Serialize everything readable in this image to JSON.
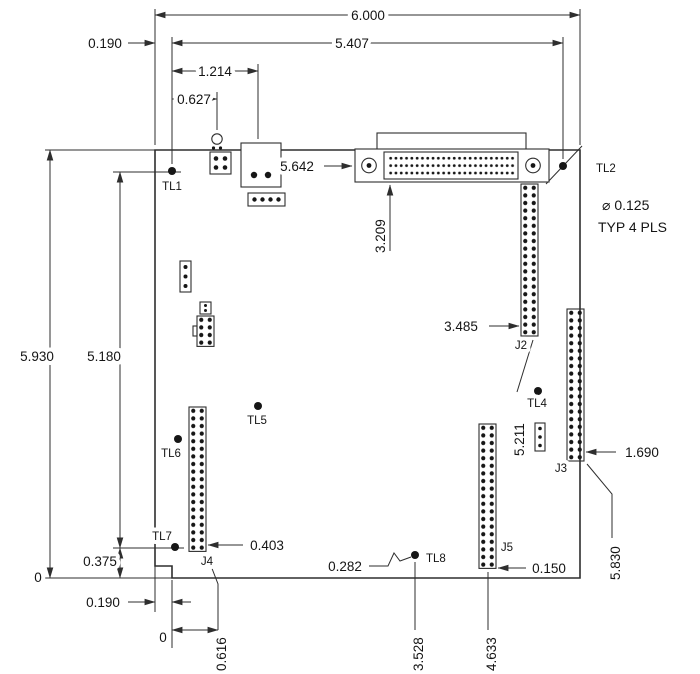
{
  "dims": {
    "d6000": "6.000",
    "d5407": "5.407",
    "d0190t": "0.190",
    "d1214": "1.214",
    "d0627": "0.627",
    "d5642": "5.642",
    "d3209": "3.209",
    "d3485": "3.485",
    "d5211": "5.211",
    "d1690": "1.690",
    "d5830": "5.830",
    "d0150": "0.150",
    "d4633": "4.633",
    "d3528": "3.528",
    "d0282": "0.282",
    "d0403": "0.403",
    "d0616": "0.616",
    "d0375": "0.375",
    "d5930": "5.930",
    "d5180": "5.180",
    "zero_left": "0",
    "zero_bottom": "0",
    "d0190b": "0.190",
    "hole_dia": "⌀ 0.125",
    "hole_note": "TYP 4 PLS"
  },
  "refs": {
    "tl1": "TL1",
    "tl2": "TL2",
    "tl4": "TL4",
    "tl5": "TL5",
    "tl6": "TL6",
    "tl7": "TL7",
    "tl8": "TL8",
    "j2": "J2",
    "j3": "J3",
    "j4": "J4",
    "j5": "J5"
  }
}
